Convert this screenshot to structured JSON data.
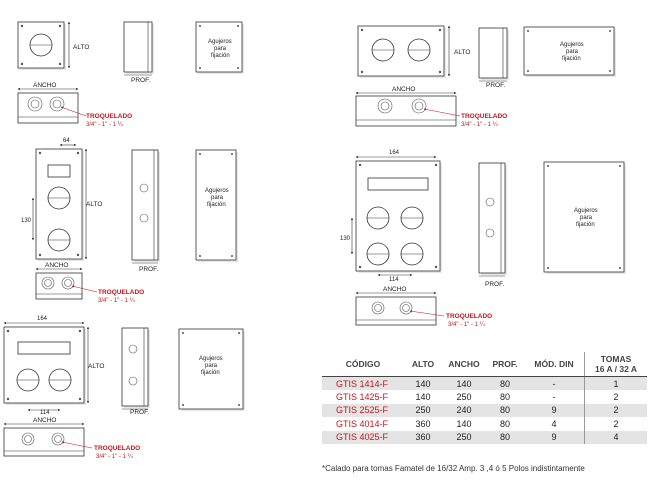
{
  "labels": {
    "alto": "ALTO",
    "ancho": "ANCHO",
    "prof": "PROF.",
    "agujeros_1": "Agujeros",
    "agujeros_2": "para",
    "agujeros_3": "fijación",
    "troquelado_1": "TROQUELADO",
    "troquelado_2": "3/4\" - 1\" - 1 ¼"
  },
  "dims": {
    "d64": "64",
    "d130": "130",
    "d164": "164",
    "d114": "114"
  },
  "table": {
    "headers": {
      "codigo": "CÓDIGO",
      "alto": "ALTO",
      "ancho": "ANCHO",
      "prof": "PROF.",
      "mod": "MÓD. DIN",
      "tomas_1": "TOMAS",
      "tomas_2": "16 A / 32 A"
    },
    "rows": [
      {
        "codigo": "GTIS 1414-F",
        "alto": "140",
        "ancho": "140",
        "prof": "80",
        "mod": "-",
        "tomas": "1"
      },
      {
        "codigo": "GTIS 1425-F",
        "alto": "140",
        "ancho": "250",
        "prof": "80",
        "mod": "-",
        "tomas": "2"
      },
      {
        "codigo": "GTIS 2525-F",
        "alto": "250",
        "ancho": "240",
        "prof": "80",
        "mod": "9",
        "tomas": "2"
      },
      {
        "codigo": "GTIS 4014-F",
        "alto": "360",
        "ancho": "140",
        "prof": "80",
        "mod": "4",
        "tomas": "2"
      },
      {
        "codigo": "GTIS 4025-F",
        "alto": "360",
        "ancho": "250",
        "prof": "80",
        "mod": "9",
        "tomas": "4"
      }
    ]
  },
  "footnote": "*Calado para tomas Famatel de 16/32 Amp. 3 ,4 ó 5 Polos indistintamente"
}
